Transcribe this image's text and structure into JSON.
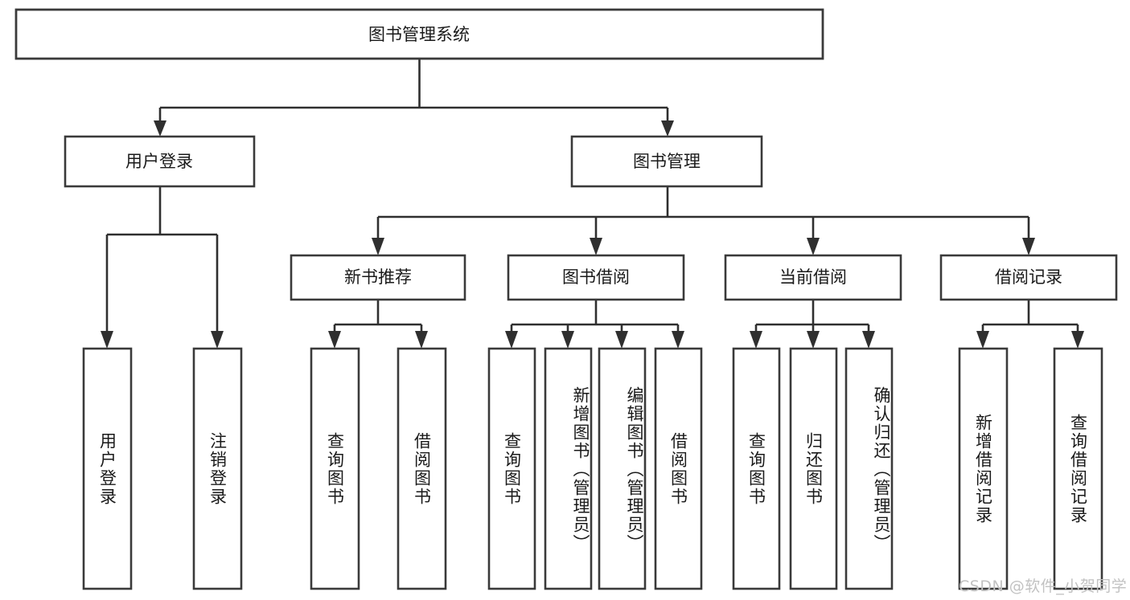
{
  "diagram": {
    "type": "tree",
    "title": "图书管理系统",
    "orientation": "top-down",
    "colors": {
      "box_stroke": "#3a3a3a",
      "box_fill": "#ffffff",
      "connector": "#2f2f2f",
      "text": "#1a1a1a",
      "background": "#ffffff",
      "watermark": "#c2c2c2"
    },
    "root": {
      "label": "图书管理系统"
    },
    "level2": [
      {
        "label": "用户登录"
      },
      {
        "label": "图书管理"
      }
    ],
    "level3": [
      {
        "label": "新书推荐"
      },
      {
        "label": "图书借阅"
      },
      {
        "label": "当前借阅"
      },
      {
        "label": "借阅记录"
      }
    ],
    "leaves": {
      "user_login": [
        {
          "label": "用户登录"
        },
        {
          "label": "注销登录"
        }
      ],
      "new_book_recommend": [
        {
          "label": "查询图书"
        },
        {
          "label": "借阅图书"
        }
      ],
      "book_borrow": [
        {
          "label": "查询图书"
        },
        {
          "label": "新增图书（管理员）"
        },
        {
          "label": "编辑图书（管理员）"
        },
        {
          "label": "借阅图书"
        }
      ],
      "current_borrow": [
        {
          "label": "查询图书"
        },
        {
          "label": "归还图书"
        },
        {
          "label": "确认归还（管理员）"
        }
      ],
      "borrow_record": [
        {
          "label": "新增借阅记录"
        },
        {
          "label": "查询借阅记录"
        }
      ]
    }
  },
  "watermark": {
    "text": "CSDN @软件_小贺同学"
  }
}
